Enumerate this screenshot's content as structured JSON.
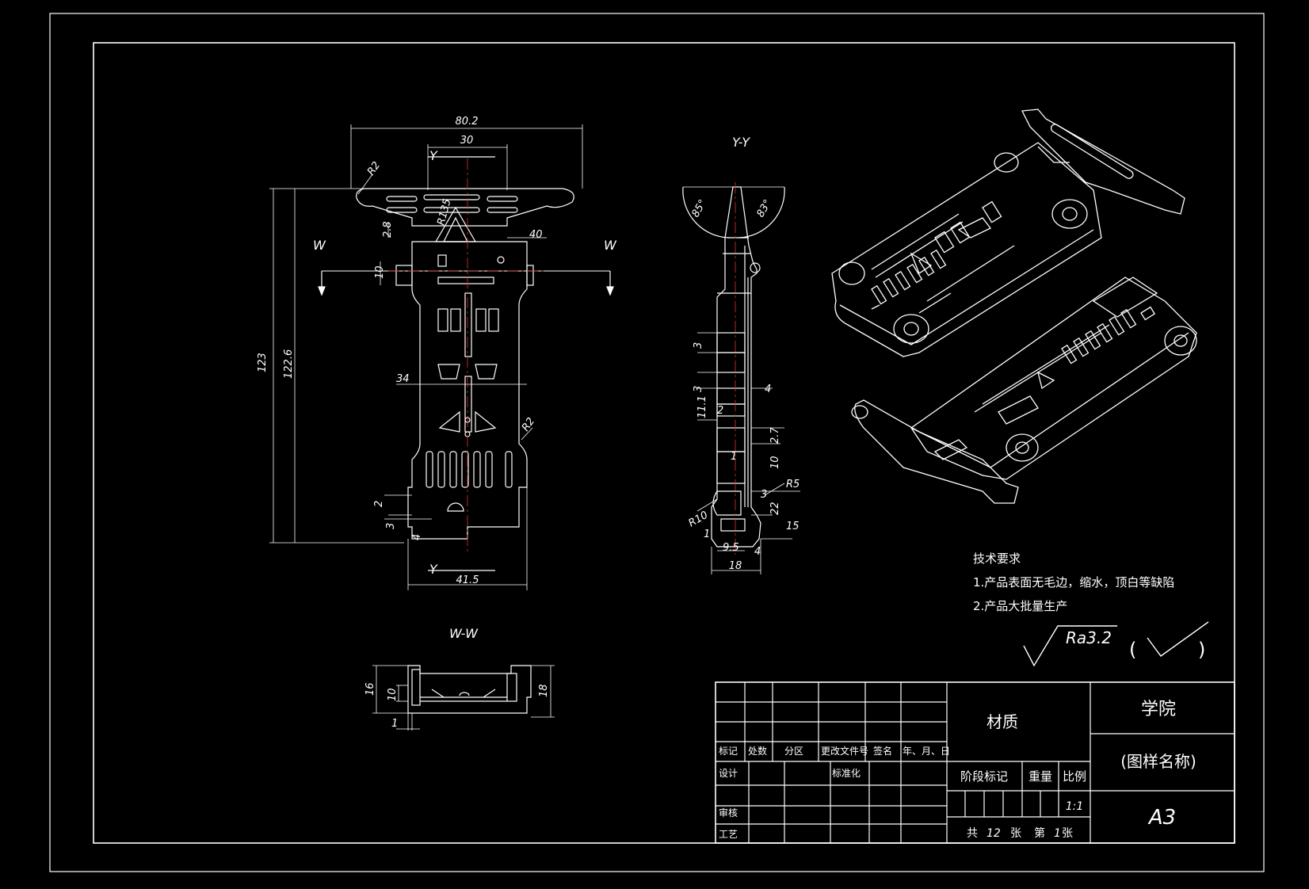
{
  "colors": {
    "background": "#000000",
    "line": "#ffffff",
    "center_line": "#e03030"
  },
  "views": {
    "front": {
      "section_w_left": "W",
      "section_w_right": "W",
      "section_y_top": "Y",
      "section_y_bottom": "Y",
      "dims": [
        "80.2",
        "30",
        "R2",
        "R135",
        "2.8",
        "40",
        "10",
        "123",
        "122.6",
        "34",
        "R2",
        "2",
        "3",
        "4",
        "41.5"
      ]
    },
    "side": {
      "title": "Y-Y",
      "dims": [
        "85°",
        "83°",
        "3",
        "3",
        "4",
        "11.1",
        "2",
        "2.7",
        "10",
        "1",
        "R5",
        "3",
        "22",
        "R10",
        "1",
        "15",
        "9.5",
        "4",
        "18"
      ]
    },
    "bottom": {
      "title": "W-W",
      "dims": [
        "16",
        "10",
        "1",
        "18"
      ]
    }
  },
  "technical_requirements": {
    "title": "技术要求",
    "items": [
      "1.产品表面无毛边，缩水，顶白等缺陷",
      "2.产品大批量生产"
    ]
  },
  "roughness": {
    "value": "Ra3.2",
    "paren_open": "(",
    "paren_close": ")"
  },
  "title_block": {
    "header_row": [
      "标记",
      "处数",
      "分区",
      "更改文件号",
      "签名",
      "年、月、日"
    ],
    "design": "设计",
    "standardization": "标准化",
    "review": "审核",
    "process": "工艺",
    "material": "材质",
    "stage_mark": "阶段标记",
    "weight": "重量",
    "scale_label": "比例",
    "scale_value": "1:1",
    "sheets": {
      "total_label": "共",
      "total": "12",
      "unit1": "张",
      "nth_label": "第",
      "nth": "1",
      "unit2": "张"
    },
    "college": "学院",
    "drawing_name": "(图样名称)",
    "size": "A3"
  }
}
